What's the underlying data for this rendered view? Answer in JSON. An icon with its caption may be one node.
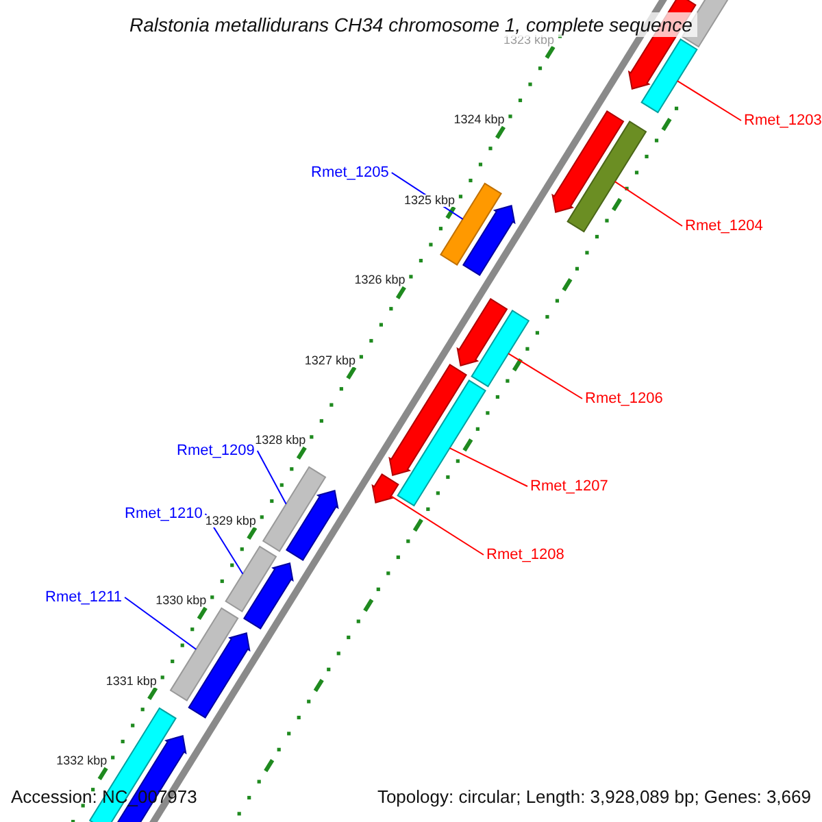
{
  "diagram": {
    "title": "Ralstonia metallidurans CH34 chromosome 1, complete sequence",
    "nodes": [
      {
        "text": [
          "Rmet_1203"
        ]
      },
      {
        "text": [
          "Rmet_1205"
        ]
      },
      {
        "text": [
          "Rmet_1204"
        ]
      },
      {
        "text": [
          "Rmet_1206"
        ]
      },
      {
        "text": [
          "Rmet_1209"
        ]
      },
      {
        "text": [
          "Rmet_1207"
        ]
      },
      {
        "text": [
          "Rmet_1210"
        ]
      },
      {
        "text": [
          "Rmet_1208"
        ]
      },
      {
        "text": [
          "Rmet_1211"
        ]
      },
      {
        "text": [],
        "shape": "bar"
      },
      {
        "text": [],
        "shape": "arrow"
      },
      {
        "text": [],
        "shape": "bar"
      },
      {
        "text": [],
        "shape": "arrow"
      },
      {
        "text": [],
        "shape": "bar"
      },
      {
        "text": [],
        "shape": "bar"
      },
      {
        "text": [],
        "shape": "arrow"
      },
      {
        "text": [],
        "shape": "arrow"
      },
      {
        "text": [],
        "shape": "bar"
      },
      {
        "text": [],
        "shape": "arrow"
      },
      {
        "text": [],
        "shape": "bar"
      },
      {
        "text": [],
        "shape": "bar"
      },
      {
        "text": [],
        "shape": "arrow"
      },
      {
        "text": [],
        "shape": "arrow"
      },
      {
        "text": [],
        "shape": "bar"
      },
      {
        "text": [],
        "shape": "arrow"
      },
      {
        "text": [],
        "shape": "bar"
      },
      {
        "text": [],
        "shape": "arrow"
      },
      {
        "text": [],
        "shape": "bar"
      },
      {
        "text": [],
        "shape": "arrow"
      }
    ],
    "edges": [
      {
        "from": 0,
        "to": 11,
        "arrow": "none"
      },
      {
        "from": 1,
        "to": 14,
        "arrow": "none",
        "color": "#0000ff"
      },
      {
        "from": 2,
        "to": 13,
        "arrow": "none"
      },
      {
        "from": 3,
        "to": 17,
        "arrow": "none"
      },
      {
        "from": 4,
        "to": 20,
        "arrow": "none",
        "color": "#0000ff"
      },
      {
        "from": 5,
        "to": 19,
        "arrow": "none"
      },
      {
        "from": 6,
        "to": 23,
        "arrow": "none",
        "color": "#0000ff"
      },
      {
        "from": 7,
        "to": 21,
        "arrow": "none"
      },
      {
        "from": 8,
        "to": 25,
        "arrow": "none",
        "color": "#0000ff"
      }
    ],
    "labels": [
      "1323 kbp",
      "1324 kbp",
      "1325 kbp",
      "1326 kbp",
      "1327 kbp",
      "1328 kbp",
      "1329 kbp",
      "1330 kbp",
      "1331 kbp",
      "1332 kbp",
      "Accession: NC_007973",
      "Topology: circular; Length: 3,928,089 bp; Genes: 3,669"
    ]
  }
}
